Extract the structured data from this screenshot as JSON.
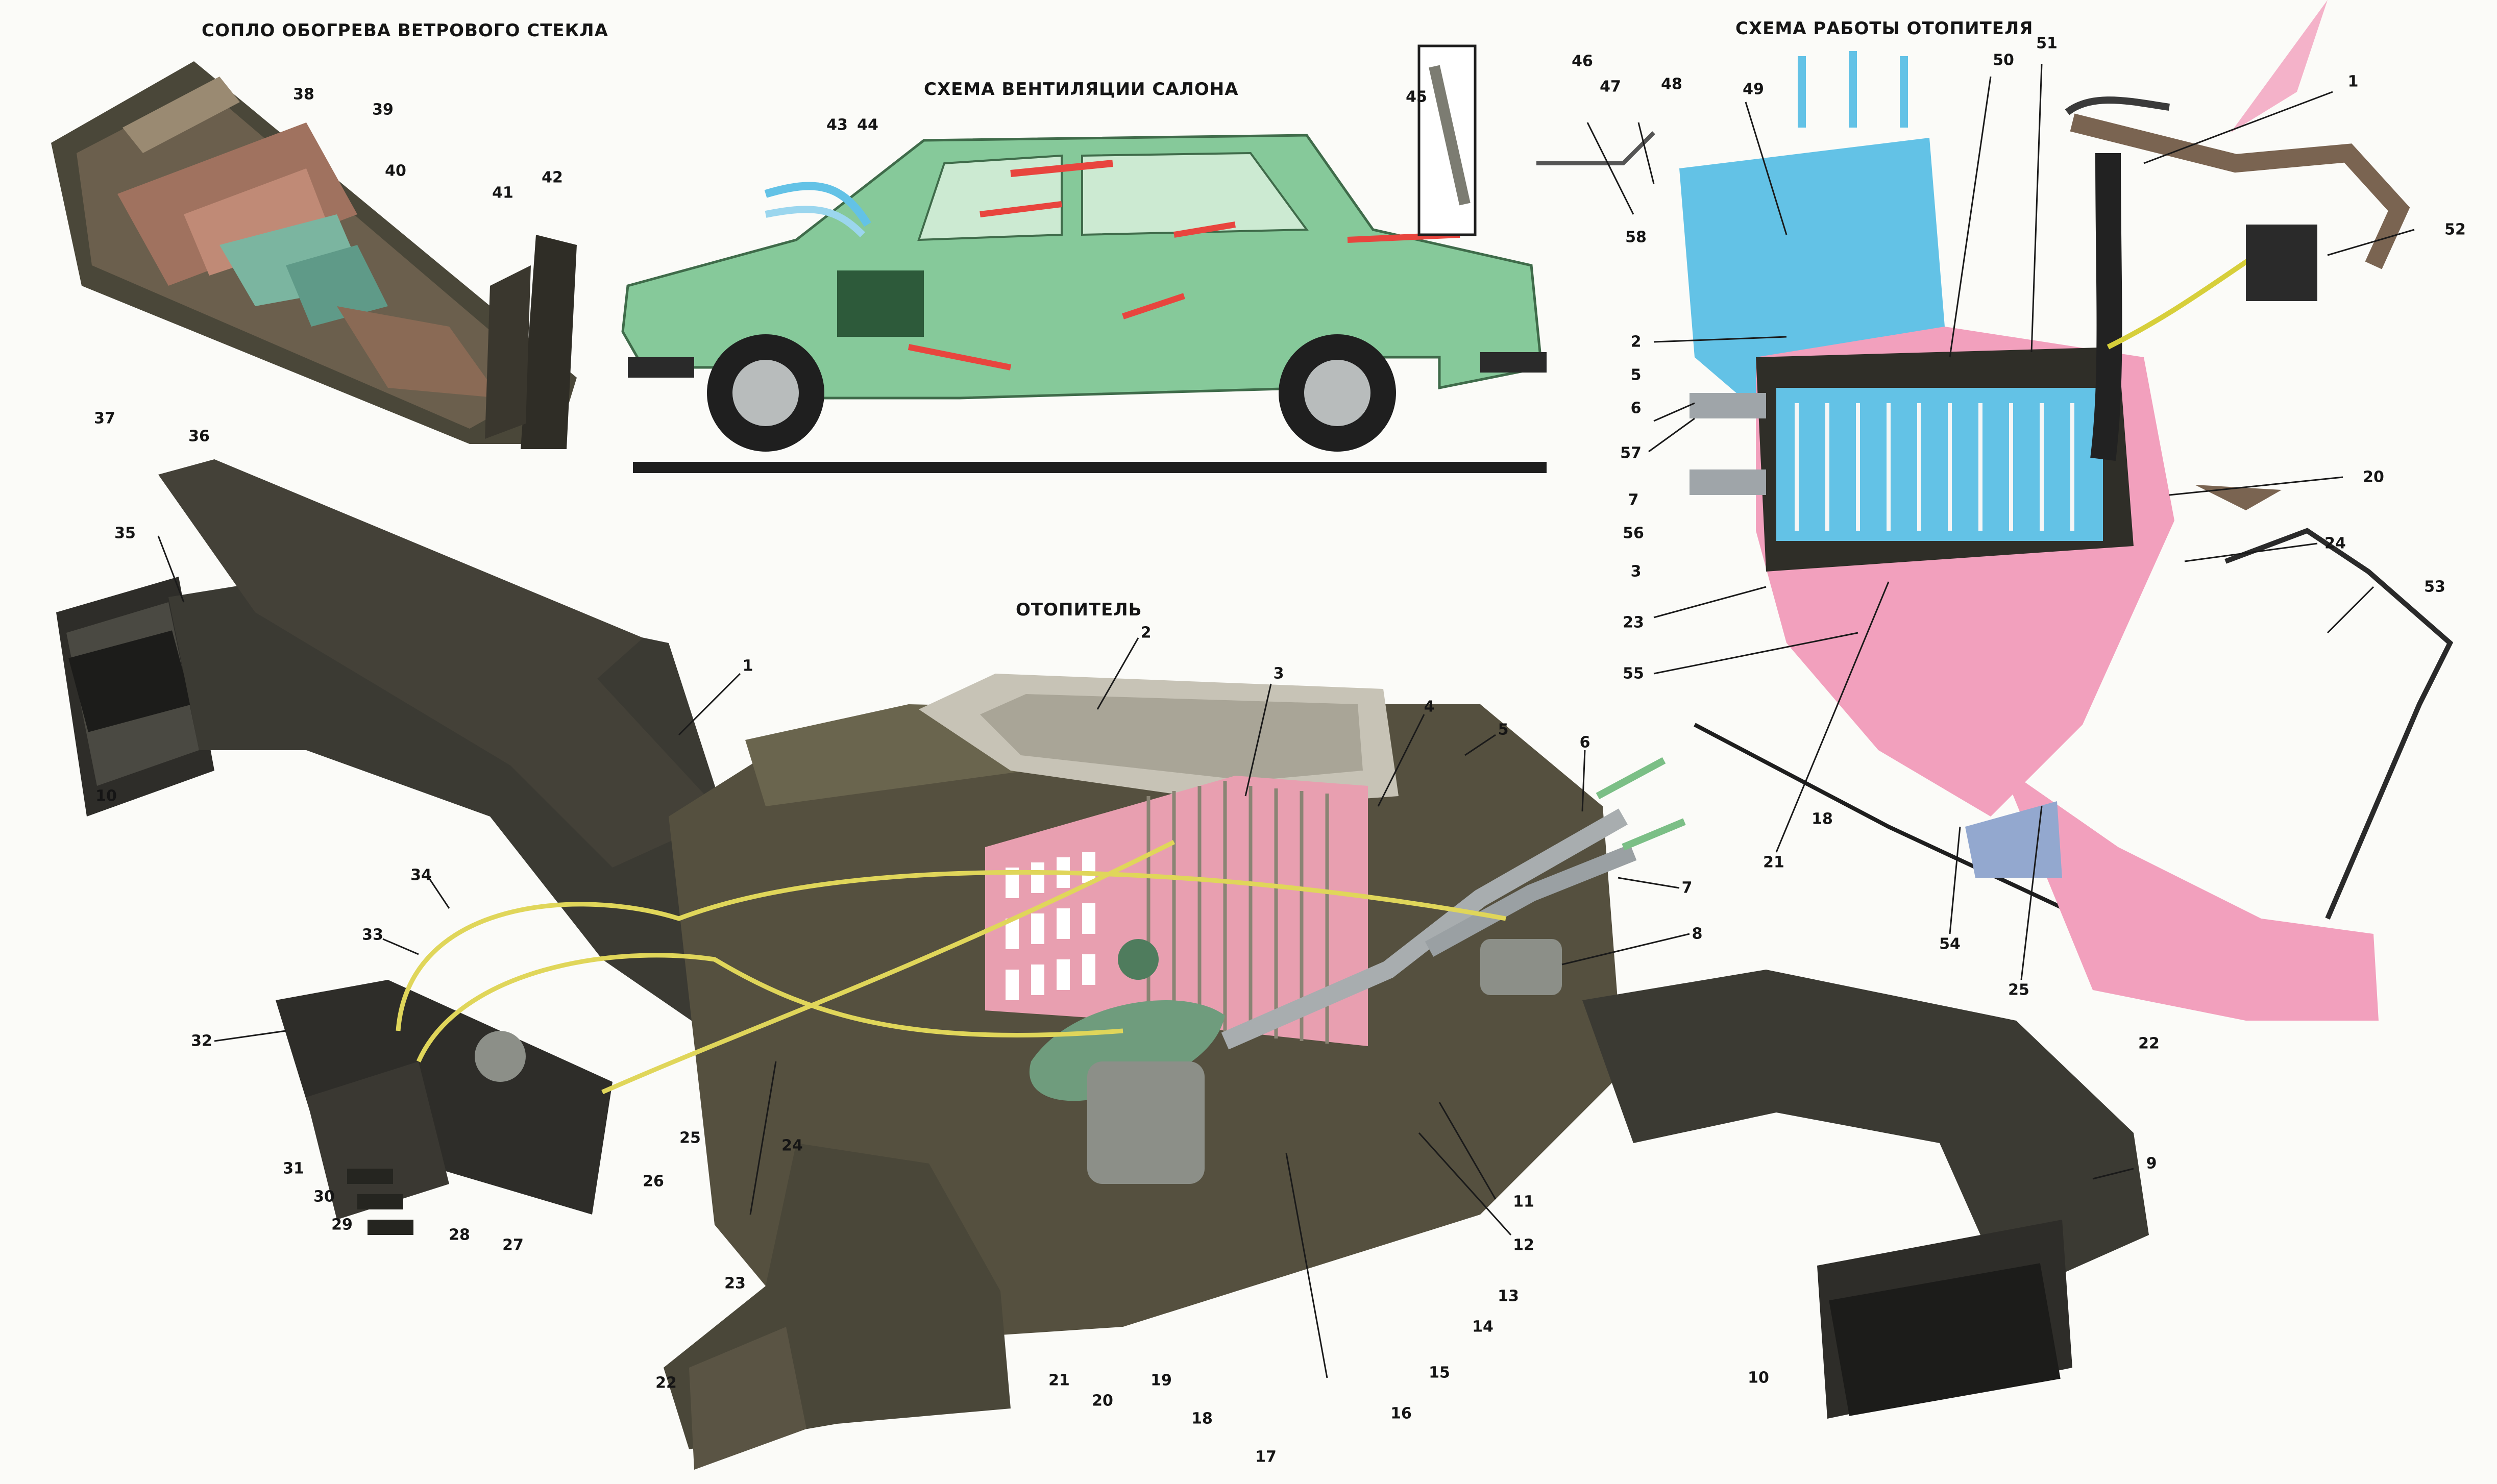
{
  "titles": {
    "windshield_nozzle": "СОПЛО ОБОГРЕВА ВЕТРОВОГО СТЕКЛА",
    "cabin_ventilation": "СХЕМА ВЕНТИЛЯЦИИ САЛОНА",
    "heater_operation": "СХЕМА РАБОТЫ ОТОПИТЕЛЯ",
    "heater": "ОТОПИТЕЛЬ"
  },
  "labels": {
    "nozzle": [
      "38",
      "39",
      "40",
      "42",
      "41",
      "37",
      "36"
    ],
    "car": [
      "43",
      "44",
      "45",
      "46"
    ],
    "heater_main": [
      "35",
      "10",
      "1",
      "2",
      "3",
      "4",
      "5",
      "6",
      "7",
      "8",
      "34",
      "33",
      "32",
      "31",
      "30",
      "29",
      "28",
      "27",
      "26",
      "25",
      "24",
      "23",
      "22",
      "21",
      "20",
      "19",
      "18",
      "17",
      "16",
      "15",
      "14",
      "13",
      "12",
      "11",
      "9",
      "10"
    ],
    "scheme": [
      "47",
      "48",
      "49",
      "50",
      "51",
      "1",
      "52",
      "58",
      "2",
      "5",
      "6",
      "57",
      "7",
      "56",
      "3",
      "20",
      "24",
      "53",
      "23",
      "55",
      "21",
      "18",
      "54",
      "25",
      "22"
    ]
  },
  "colors": {
    "duct": "#3b3a33",
    "housing": "#55503f",
    "radiator": "#e89fb0",
    "fan": "#6f9c7d",
    "car": "#86c99a",
    "cold_air": "#63c2e6",
    "warm_air": "#f2a0bd",
    "arrow_red": "#e8453e",
    "cable": "#e0d65a"
  }
}
